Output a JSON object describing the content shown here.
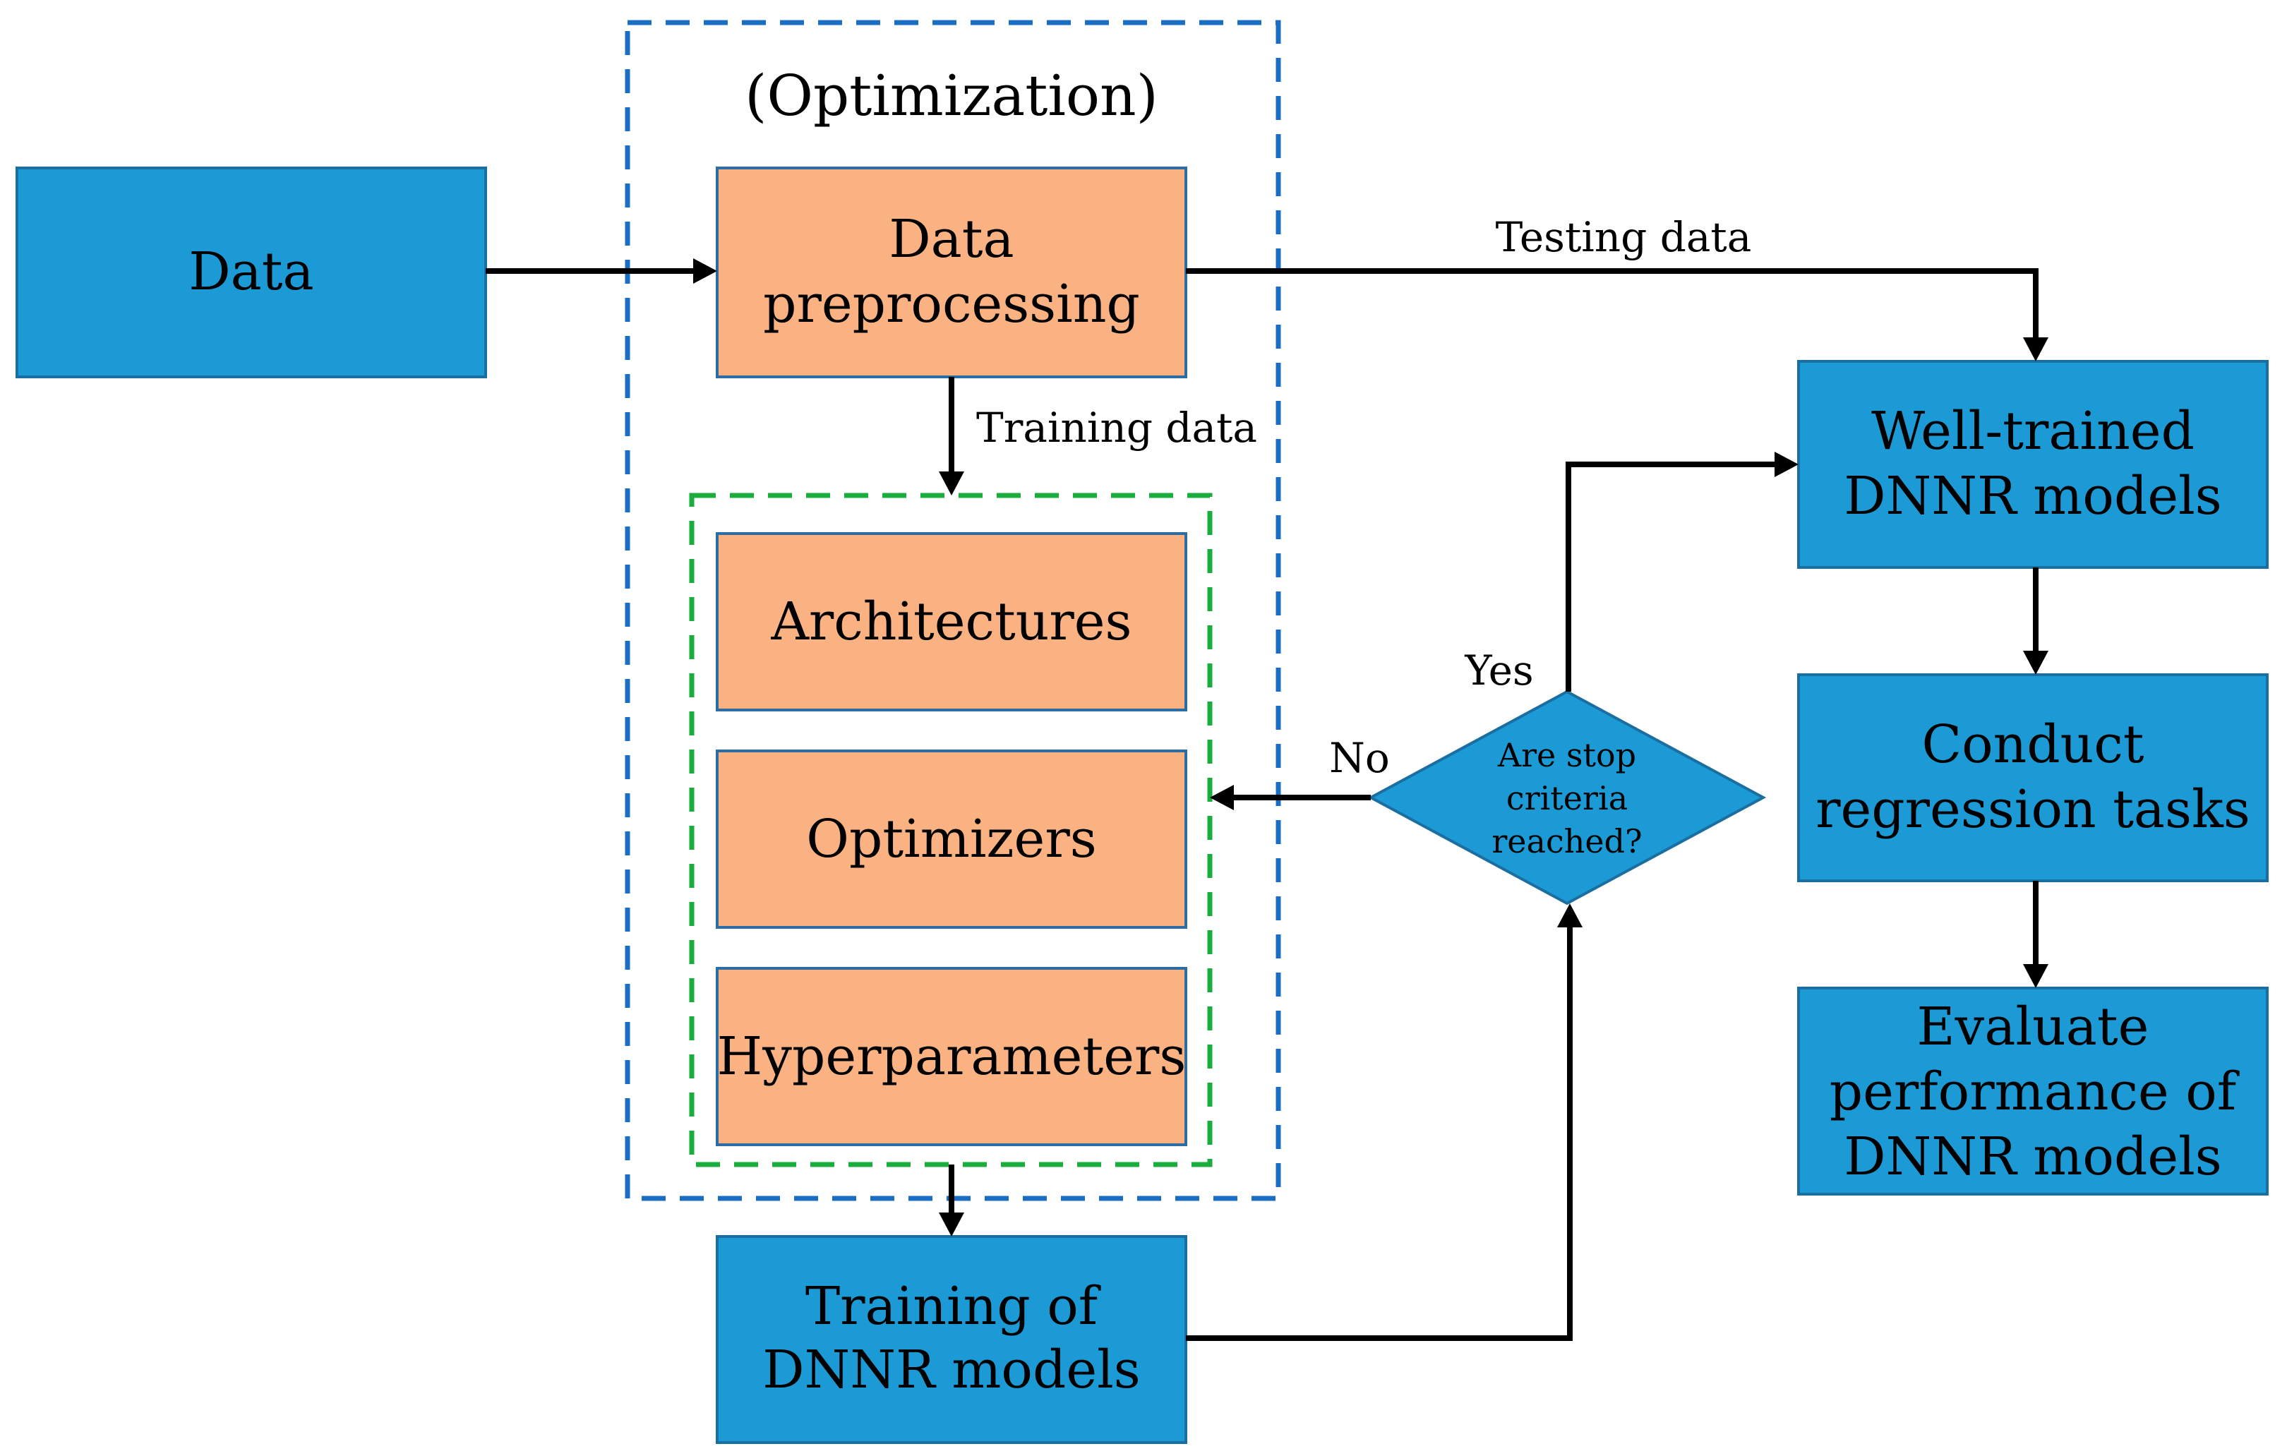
{
  "optimization_label": "(Optimization)",
  "nodes": {
    "data": "Data",
    "data_preprocessing": [
      "Data",
      "preprocessing"
    ],
    "architectures": "Architectures",
    "optimizers": "Optimizers",
    "hyperparameters": "Hyperparameters",
    "training": [
      "Training of",
      "DNNR models"
    ],
    "decision": [
      "Are stop",
      "criteria",
      "reached?"
    ],
    "well_trained": [
      "Well-trained",
      "DNNR models"
    ],
    "conduct": [
      "Conduct",
      "regression tasks"
    ],
    "evaluate": [
      "Evaluate",
      "performance of",
      "DNNR models"
    ]
  },
  "edge_labels": {
    "testing_data": "Testing data",
    "training_data": "Training data",
    "yes": "Yes",
    "no": "No"
  },
  "colors": {
    "process_blue": "#1b9ad6",
    "optimization_orange": "#fbb283",
    "outer_dash_blue": "#1a6fc4",
    "inner_dash_green": "#1aac3c"
  }
}
